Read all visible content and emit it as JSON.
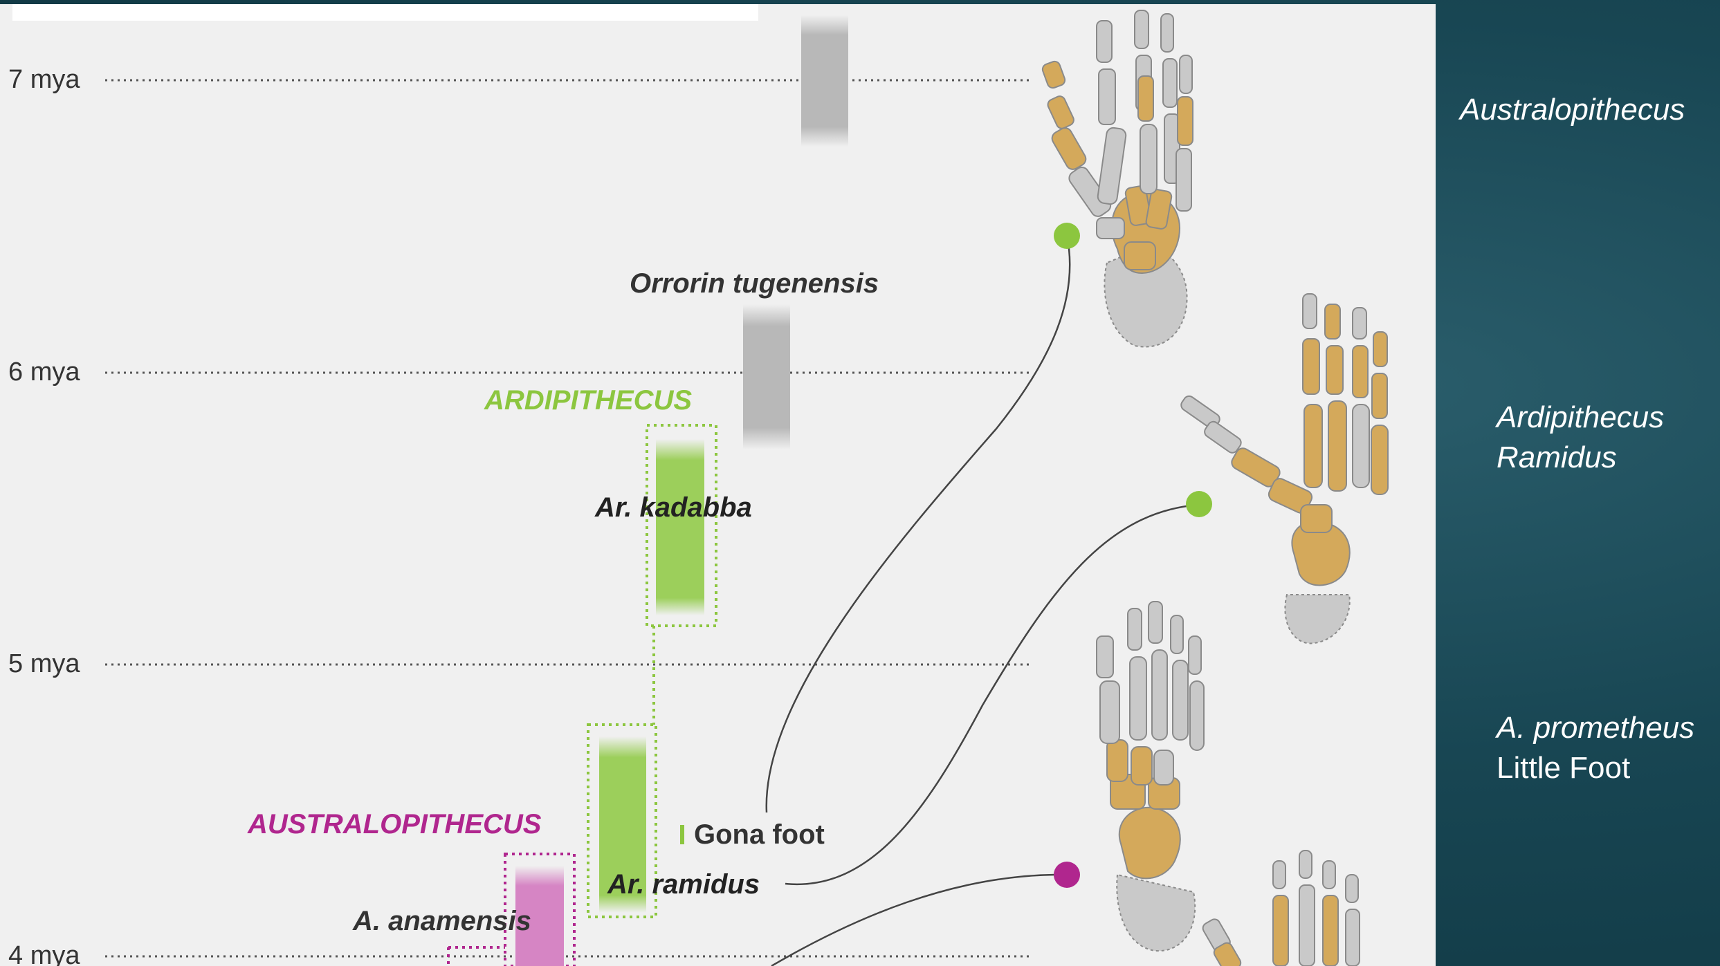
{
  "timeline": {
    "ticks": [
      {
        "label": "7 mya",
        "mya": 7
      },
      {
        "label": "6 mya",
        "mya": 6
      },
      {
        "label": "5 mya",
        "mya": 5
      },
      {
        "label": "4 mya",
        "mya": 4
      }
    ]
  },
  "genera": {
    "ardipithecus": "ARDIPITHECUS",
    "australopithecus": "AUSTRALOPITHECUS"
  },
  "species": {
    "orrorin": "Orrorin tugenensis",
    "kadabba": "Ar. kadabba",
    "ramidus": "Ar. ramidus",
    "anamensis": "A. anamensis",
    "gona": "Gona foot"
  },
  "side_labels": {
    "australopithecus": "Australopithecus",
    "ardipithecus_line1": "Ardipithecus",
    "ardipithecus_line2": "Ramidus",
    "prometheus_line1": "A. prometheus",
    "prometheus_line2": "Little Foot"
  },
  "colors": {
    "ardipithecus": "#8cc63f",
    "australopithecus": "#b0268e",
    "bone": "#d4a95b",
    "bone_gray": "#c9c9c9",
    "panel": "#f0f0f0"
  }
}
